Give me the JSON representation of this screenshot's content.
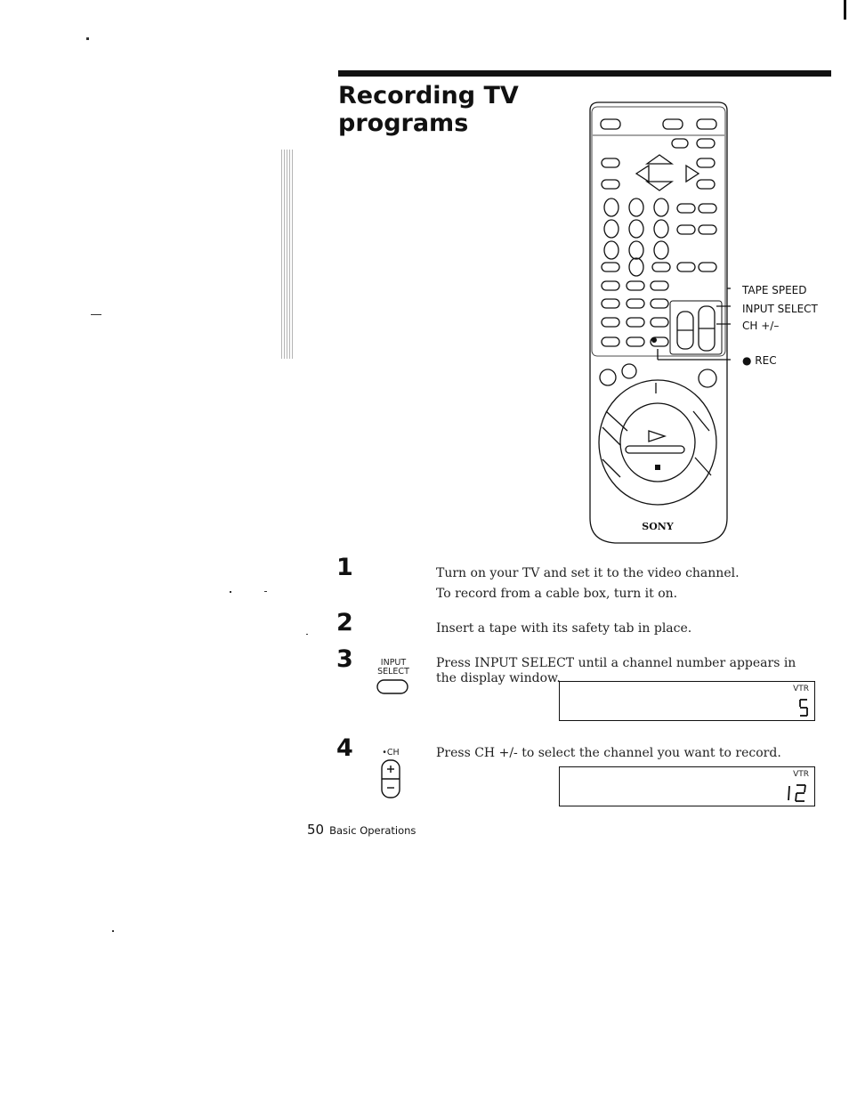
{
  "section": {
    "title_line1": "Recording TV",
    "title_line2": "programs"
  },
  "remote": {
    "brand": "SONY",
    "callouts": {
      "tape_speed": "TAPE SPEED",
      "input_select": "INPUT SELECT",
      "ch": "CH +/–",
      "rec": "● REC"
    }
  },
  "steps": [
    {
      "number": "1",
      "lines": [
        "Turn on your TV and set it to the video channel.",
        "To record from a cable box, turn it on."
      ]
    },
    {
      "number": "2",
      "lines": [
        "Insert a tape with its safety tab in place."
      ]
    },
    {
      "number": "3",
      "key_label_1": "INPUT",
      "key_label_2": "SELECT",
      "lines": [
        "Press INPUT SELECT until a channel number appears in the display window."
      ],
      "display": {
        "indicator": "VTR",
        "digits": "5"
      }
    },
    {
      "number": "4",
      "key_label": "•CH",
      "lines": [
        "Press CH +/- to select the channel you want to record."
      ],
      "display": {
        "indicator": "VTR",
        "digits": "12"
      }
    }
  ],
  "footer": {
    "page_number": "50",
    "section_name": "Basic Operations"
  }
}
